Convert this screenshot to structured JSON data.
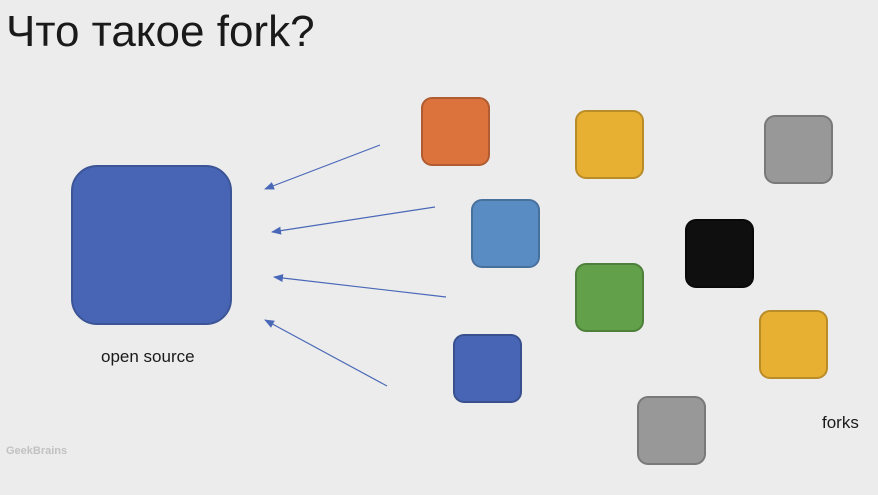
{
  "slide": {
    "title": "Что такое fork?",
    "source_label": "open source",
    "forks_label": "forks",
    "logo_text": "GeekBrains"
  },
  "colors": {
    "background": "#ececec",
    "main_repo": "#4765b4",
    "arrow": "#4a68b8"
  },
  "forks": [
    {
      "name": "fork-orange",
      "color": "#dc733d"
    },
    {
      "name": "fork-yellow-top",
      "color": "#e8b032"
    },
    {
      "name": "fork-gray-top",
      "color": "#989898"
    },
    {
      "name": "fork-light-blue",
      "color": "#5a8cc4"
    },
    {
      "name": "fork-black",
      "color": "#0f0f0f"
    },
    {
      "name": "fork-green",
      "color": "#62a04a"
    },
    {
      "name": "fork-yellow-bottom",
      "color": "#e8b032"
    },
    {
      "name": "fork-dark-blue",
      "color": "#4765b4"
    },
    {
      "name": "fork-gray-bottom",
      "color": "#989898"
    }
  ]
}
